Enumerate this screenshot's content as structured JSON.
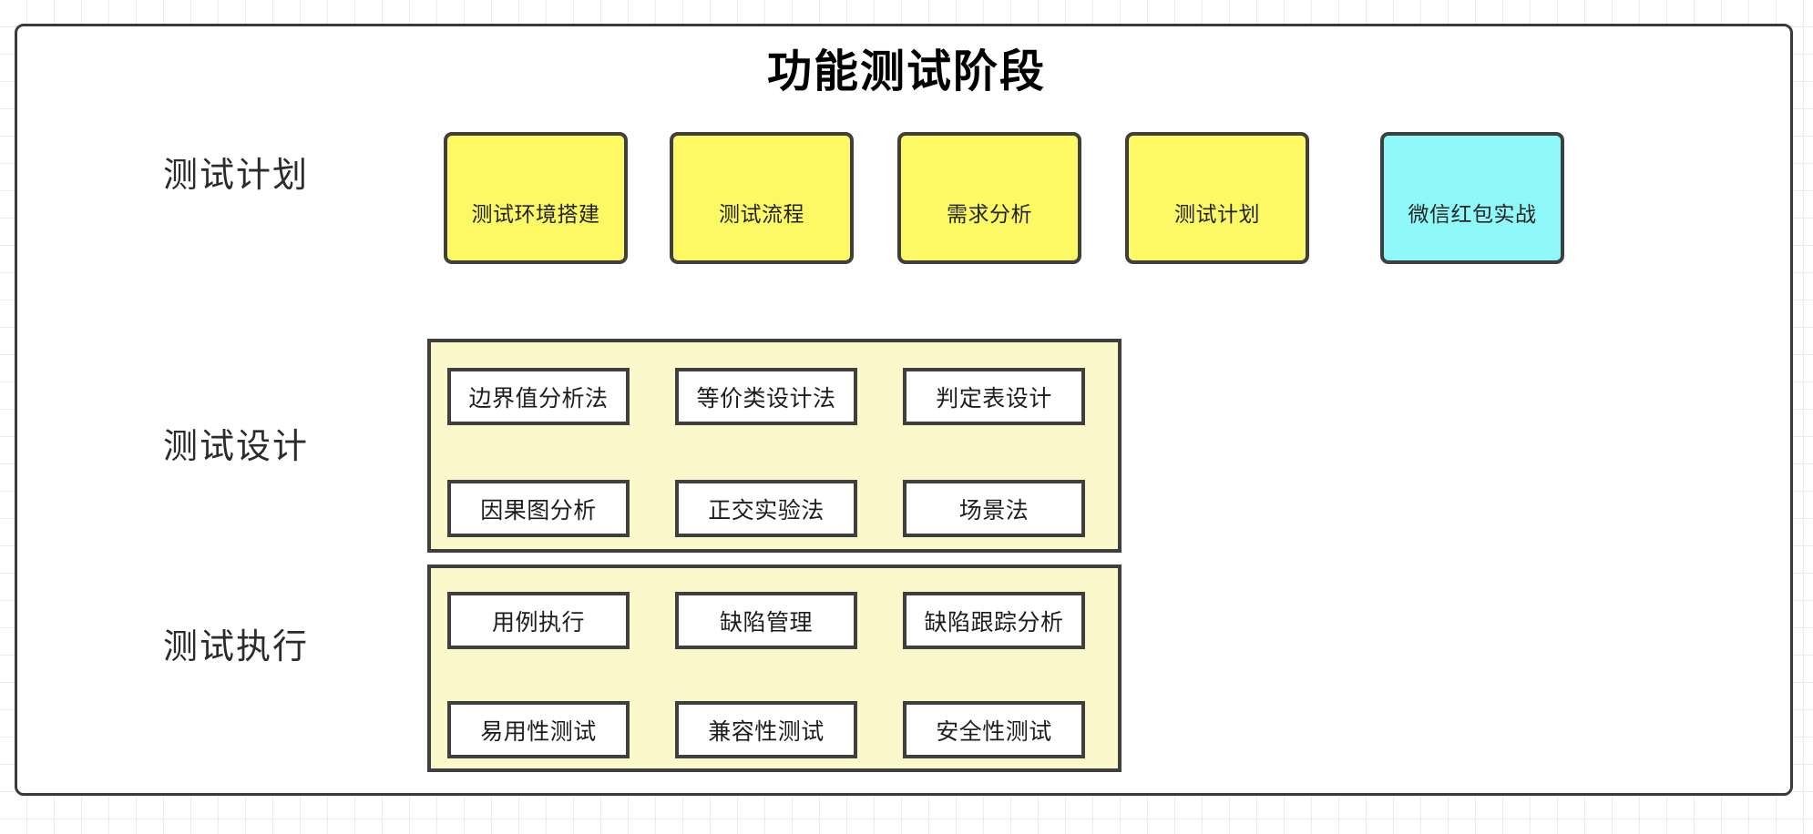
{
  "page": {
    "title": "功能测试阶段",
    "background": "graph-paper-grid",
    "grid_color": "#ebebeb",
    "frame_border_color": "#3a3a3a"
  },
  "colors": {
    "yellow_box": "#fdf964",
    "cyan_box": "#8ff9f9",
    "pale_yellow_container": "#fbf8cc",
    "cell_background": "#ffffff",
    "border": "#3f3f3f",
    "text": "#1d1d1d"
  },
  "rows": [
    {
      "label": "测试计划",
      "kind": "boxes",
      "boxes": [
        {
          "label": "测试环境搭建",
          "color": "yellow"
        },
        {
          "label": "测试流程",
          "color": "yellow"
        },
        {
          "label": "需求分析",
          "color": "yellow"
        },
        {
          "label": "测试计划",
          "color": "yellow"
        },
        {
          "label": "微信红包实战",
          "color": "cyan"
        }
      ]
    },
    {
      "label": "测试设计",
      "kind": "group",
      "cells": [
        [
          "边界值分析法",
          "等价类设计法",
          "判定表设计"
        ],
        [
          "因果图分析",
          "正交实验法",
          "场景法"
        ]
      ]
    },
    {
      "label": "测试执行",
      "kind": "group",
      "cells": [
        [
          "用例执行",
          "缺陷管理",
          "缺陷跟踪分析"
        ],
        [
          "易用性测试",
          "兼容性测试",
          "安全性测试"
        ]
      ]
    }
  ]
}
